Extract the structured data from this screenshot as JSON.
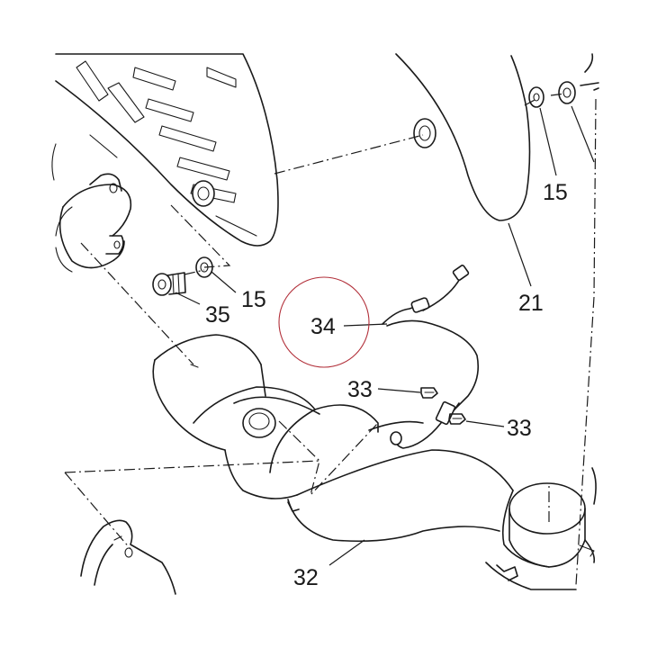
{
  "labels": {
    "p15_top": "15",
    "p21": "21",
    "p15_mid": "15",
    "p35": "35",
    "p34": "34",
    "p33_left": "33",
    "p33_right": "33",
    "p32": "32"
  },
  "colors": {
    "line": "#1a1a1a",
    "highlight": "#b2303a",
    "background": "#ffffff"
  }
}
